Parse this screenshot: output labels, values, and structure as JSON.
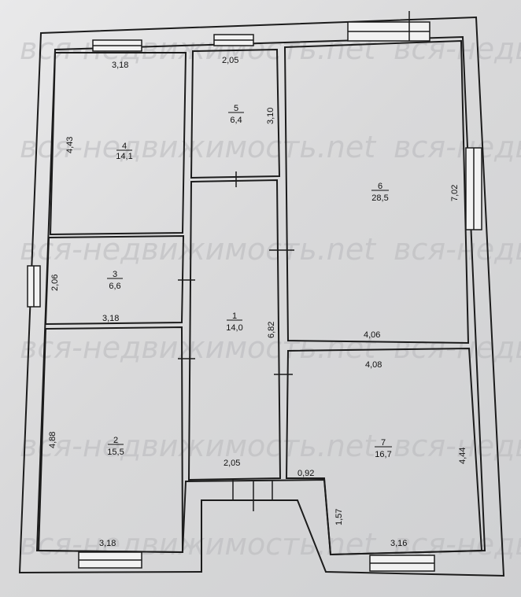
{
  "watermark": "вся-недвижимость.net",
  "rooms": [
    {
      "number": "1",
      "area": "14,0"
    },
    {
      "number": "2",
      "area": "15,5"
    },
    {
      "number": "3",
      "area": "6,6"
    },
    {
      "number": "4",
      "area": "14,1"
    },
    {
      "number": "5",
      "area": "6,4"
    },
    {
      "number": "6",
      "area": "28,5"
    },
    {
      "number": "7",
      "area": "16,7"
    }
  ],
  "dimensions": {
    "room4_top": "3,18",
    "room4_side": "4,43",
    "room5_top": "2,05",
    "room5_side": "3,10",
    "room6_side": "7,02",
    "room6_bottom": "4,06",
    "room3_side": "2,06",
    "room3_bottom": "3,18",
    "room1_side": "6,82",
    "room1_bottom": "2,05",
    "room7_top": "4,08",
    "room7_side": "4,44",
    "room7_bottom": "3,16",
    "porch_top": "0,92",
    "porch_side": "1,57",
    "room2_side": "4,88",
    "room2_bottom": "3,18"
  }
}
